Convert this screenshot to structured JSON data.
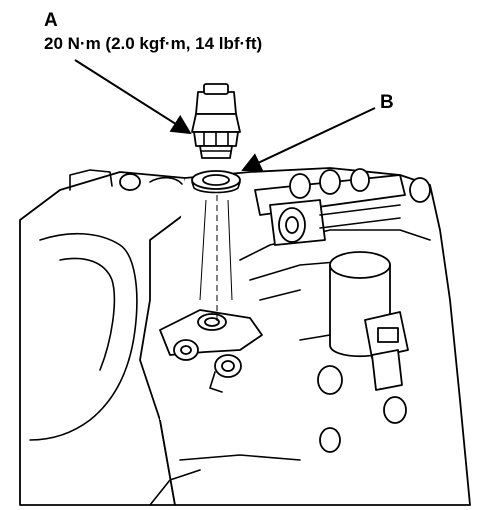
{
  "callouts": {
    "a": {
      "letter": "A",
      "torque": "20 N·m (2.0 kgf·m, 14 lbf·ft)"
    },
    "b": {
      "letter": "B"
    }
  },
  "parts": {
    "a_icon": "pressure-switch-icon",
    "b_icon": "sealing-washer-icon"
  }
}
